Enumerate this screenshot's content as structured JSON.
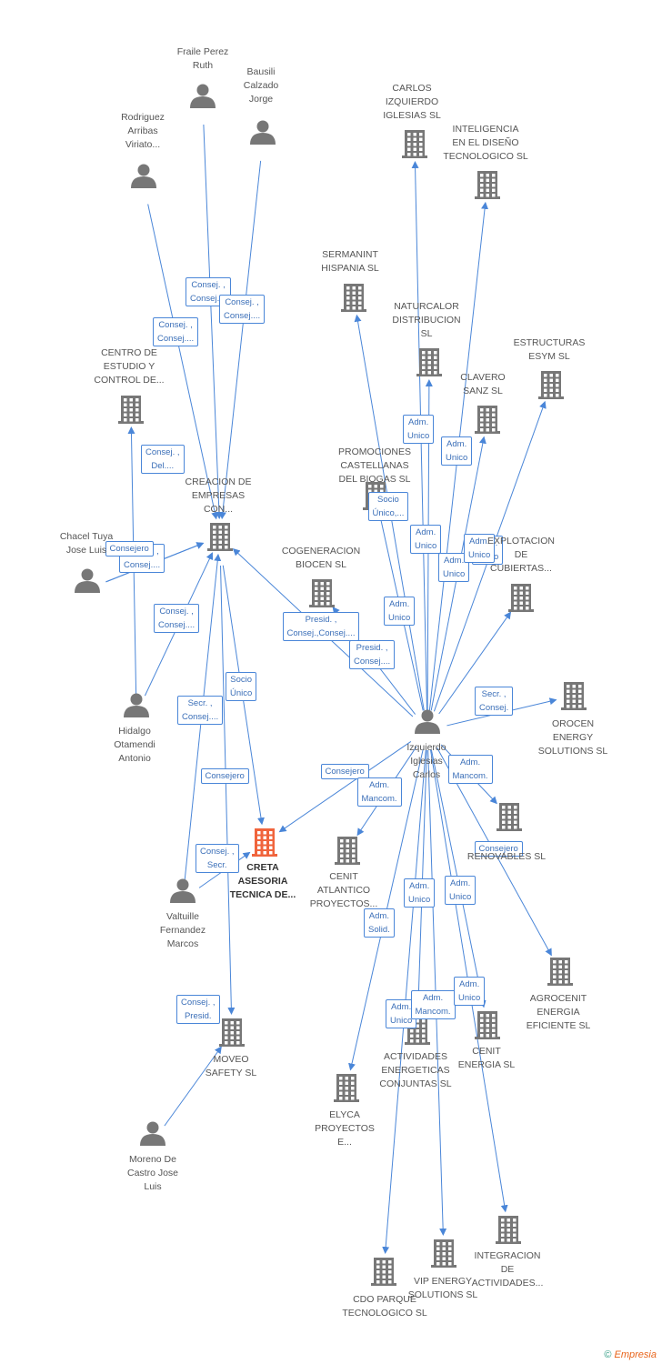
{
  "colors": {
    "edge": "#4a86d8",
    "node": "#777777",
    "focus": "#f0643c",
    "brand": "#e8641b"
  },
  "footer": {
    "brand": "Empresia",
    "copyright": "©"
  },
  "nodes": [
    {
      "id": "fraile",
      "type": "person",
      "label": "Fraile Perez\nRuth"
    },
    {
      "id": "bausili",
      "type": "person",
      "label": "Bausili\nCalzado\nJorge"
    },
    {
      "id": "rodriguez",
      "type": "person",
      "label": "Rodriguez\nArribas\nViriato..."
    },
    {
      "id": "carlos_izq_sl",
      "type": "company",
      "label": "CARLOS\nIZQUIERDO\nIGLESIAS SL"
    },
    {
      "id": "inteligencia",
      "type": "company",
      "label": "INTELIGENCIA\nEN EL DISEÑO\nTECNOLOGICO SL"
    },
    {
      "id": "sermanint",
      "type": "company",
      "label": "SERMANINT\nHISPANIA SL"
    },
    {
      "id": "naturcalor",
      "type": "company",
      "label": "NATURCALOR\nDISTRIBUCION\nSL"
    },
    {
      "id": "estructuras",
      "type": "company",
      "label": "ESTRUCTURAS\nESYM SL"
    },
    {
      "id": "clavero",
      "type": "company",
      "label": "CLAVERO\nSANZ SL"
    },
    {
      "id": "centro",
      "type": "company",
      "label": "CENTRO DE\nESTUDIO Y\nCONTROL DE..."
    },
    {
      "id": "promociones",
      "type": "company",
      "label": "PROMOCIONES\nCASTELLANAS\nDEL BIOGAS SL"
    },
    {
      "id": "creacion",
      "type": "company",
      "label": "CREACION DE\nEMPRESAS\nCON..."
    },
    {
      "id": "explotacion",
      "type": "company",
      "label": "EXPLOTACION\nDE\nCUBIERTAS..."
    },
    {
      "id": "chacel",
      "type": "person",
      "label": "Chacel Tuya\nJose Luis"
    },
    {
      "id": "cogeneracion",
      "type": "company",
      "label": "COGENERACION\nBIOCEN SL"
    },
    {
      "id": "hidalgo",
      "type": "person",
      "label": "Hidalgo\nOtamendi\nAntonio"
    },
    {
      "id": "izquierdo",
      "type": "person",
      "label": "Izquierdo\nIglesias\nCarlos"
    },
    {
      "id": "orocen",
      "type": "company",
      "label": "OROCEN\nENERGY\nSOLUTIONS SL"
    },
    {
      "id": "renovables",
      "type": "company",
      "label": "RENOVABLES SL"
    },
    {
      "id": "creta",
      "type": "focus",
      "label": "CRETA\nASESORIA\nTECNICA DE..."
    },
    {
      "id": "cenit_atl",
      "type": "company",
      "label": "CENIT\nATLANTICO\nPROYECTOS..."
    },
    {
      "id": "valtuille",
      "type": "person",
      "label": "Valtuille\nFernandez\nMarcos"
    },
    {
      "id": "agrocenit",
      "type": "company",
      "label": "AGROCENIT\nENERGIA\nEFICIENTE SL"
    },
    {
      "id": "moveo",
      "type": "company",
      "label": "MOVEO\nSAFETY SL"
    },
    {
      "id": "actividades",
      "type": "company",
      "label": "ACTIVIDADES\nENERGETICAS\nCONJUNTAS SL"
    },
    {
      "id": "cenit_energia",
      "type": "company",
      "label": "CENIT\nENERGIA SL"
    },
    {
      "id": "elyca",
      "type": "company",
      "label": "ELYCA\nPROYECTOS\nE..."
    },
    {
      "id": "moreno",
      "type": "person",
      "label": "Moreno De\nCastro Jose\nLuis"
    },
    {
      "id": "integracion",
      "type": "company",
      "label": "INTEGRACION\nDE\nACTIVIDADES..."
    },
    {
      "id": "vip",
      "type": "company",
      "label": "VIP ENERGY\nSOLUTIONS SL"
    },
    {
      "id": "cdo",
      "type": "company",
      "label": "CDO PARQUE\nTECNOLOGICO SL"
    }
  ],
  "edges": [
    {
      "from": "fraile",
      "to": "creacion",
      "label": "Consej. ,\nConsej...."
    },
    {
      "from": "bausili",
      "to": "creacion",
      "label": "Consej. ,\nConsej...."
    },
    {
      "from": "rodriguez",
      "to": "creacion",
      "label": "Consej. ,\nConsej...."
    },
    {
      "from": "hidalgo",
      "to": "centro",
      "label": "Consej. ,\nDel...."
    },
    {
      "from": "chacel",
      "to": "creacion",
      "label": "Consej. ,\nConsej...."
    },
    {
      "from": "chacel",
      "to": "creacion",
      "label": "Consejero"
    },
    {
      "from": "hidalgo",
      "to": "creacion",
      "label": "Consej. ,\nConsej...."
    },
    {
      "from": "creacion",
      "to": "creta",
      "label": "Socio\nÚnico"
    },
    {
      "from": "valtuille",
      "to": "creacion",
      "label": "Secr. ,\nConsej...."
    },
    {
      "from": "creacion",
      "to": "moveo",
      "label": "Consejero"
    },
    {
      "from": "valtuille",
      "to": "creta",
      "label": "Consej. ,\nSecr."
    },
    {
      "from": "moreno",
      "to": "moveo",
      "label": "Consej. ,\nPresid."
    },
    {
      "from": "izquierdo",
      "to": "carlos_izq_sl",
      "label": "Adm.\nUnico"
    },
    {
      "from": "izquierdo",
      "to": "inteligencia",
      "label": "Adm.\nUnico"
    },
    {
      "from": "izquierdo",
      "to": "sermanint",
      "label": "Socio\nÚnico,..."
    },
    {
      "from": "izquierdo",
      "to": "naturcalor",
      "label": "Adm.\nUnico"
    },
    {
      "from": "izquierdo",
      "to": "clavero",
      "label": "Adm.\nUnico"
    },
    {
      "from": "izquierdo",
      "to": "estructuras",
      "label": "Adm.\nUnico"
    },
    {
      "from": "izquierdo",
      "to": "promociones",
      "label": "Adm.\nUnico"
    },
    {
      "from": "izquierdo",
      "to": "explotacion",
      "label": "Adm.\nUnico"
    },
    {
      "from": "izquierdo",
      "to": "creacion",
      "label": "Presid. ,\nConsej.,Consej...."
    },
    {
      "from": "izquierdo",
      "to": "cogeneracion",
      "label": "Presid. ,\nConsej...."
    },
    {
      "from": "izquierdo",
      "to": "orocen",
      "label": "Secr. ,\nConsej."
    },
    {
      "from": "izquierdo",
      "to": "creta",
      "label": "Consejero"
    },
    {
      "from": "izquierdo",
      "to": "cenit_atl",
      "label": "Adm.\nMancom."
    },
    {
      "from": "izquierdo",
      "to": "renovables",
      "label": "Adm.\nMancom."
    },
    {
      "from": "izquierdo",
      "to": "agrocenit",
      "label": "Consejero"
    },
    {
      "from": "izquierdo",
      "to": "elyca",
      "label": "Adm.\nSolid."
    },
    {
      "from": "izquierdo",
      "to": "cdo",
      "label": "Adm.\nUnico"
    },
    {
      "from": "izquierdo",
      "to": "vip",
      "label": "Adm.\nUnico"
    },
    {
      "from": "izquierdo",
      "to": "actividades",
      "label": "Adm.\nMancom."
    },
    {
      "from": "izquierdo",
      "to": "cenit_energia",
      "label": "Adm.\nUnico"
    },
    {
      "from": "izquierdo",
      "to": "integracion",
      "label": "Adm.\nUnico"
    }
  ]
}
